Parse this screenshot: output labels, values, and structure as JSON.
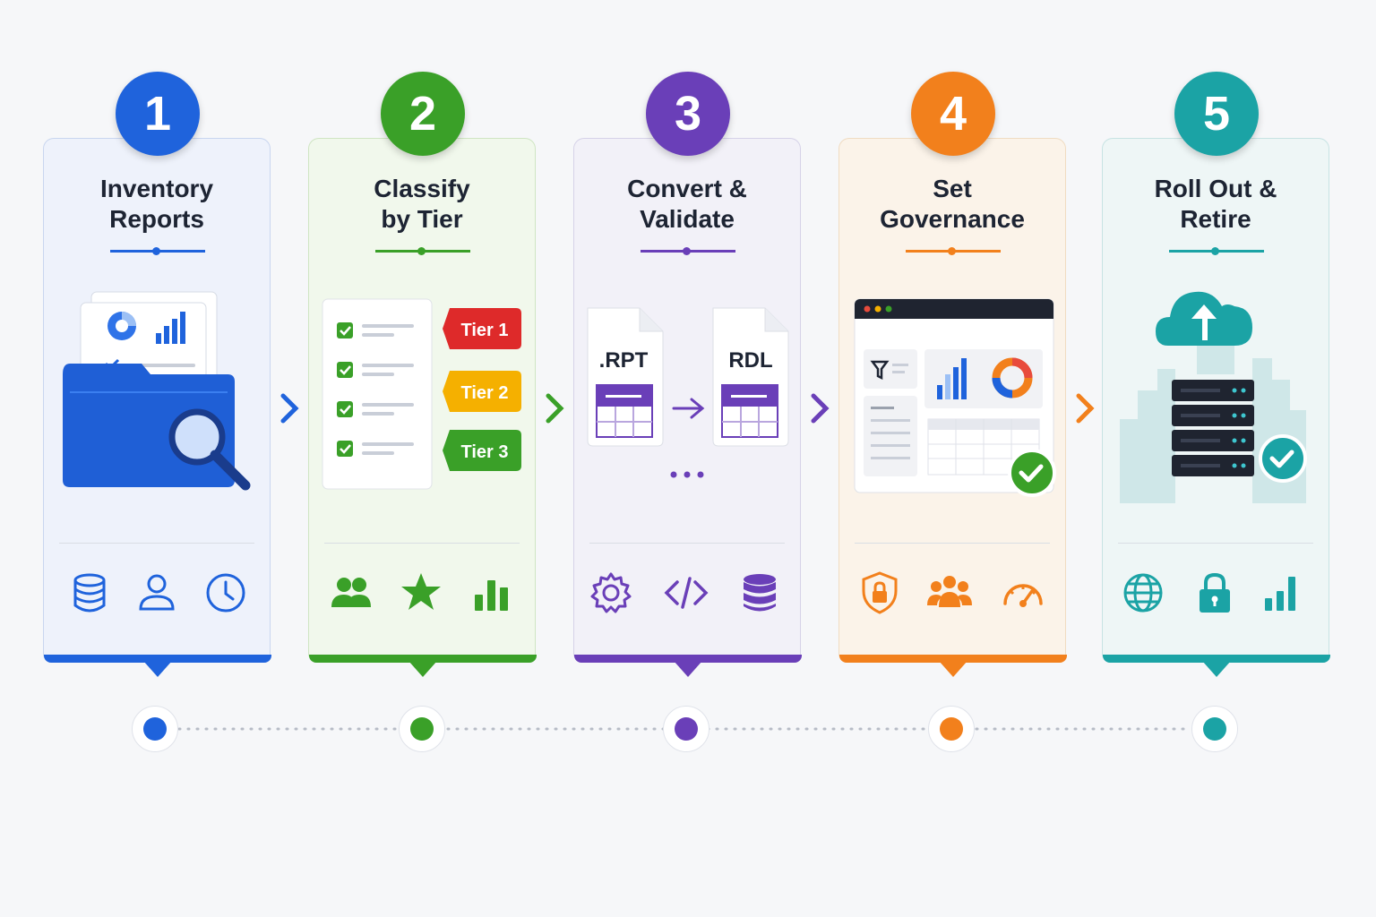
{
  "steps": [
    {
      "number": "1",
      "title": "Inventory\nReports",
      "color": "#1f63dc",
      "bg": "#eef2fb",
      "border": "#c9d6ef"
    },
    {
      "number": "2",
      "title": "Classify\nby Tier",
      "color": "#3aa028",
      "bg": "#f1f8ec",
      "border": "#cfe5c3"
    },
    {
      "number": "3",
      "title": "Convert &\nValidate",
      "color": "#6a3fb8",
      "bg": "#f2f1f8",
      "border": "#d6d2e8"
    },
    {
      "number": "4",
      "title": "Set\nGovernance",
      "color": "#f2801c",
      "bg": "#fbf3e9",
      "border": "#f0dcc2"
    },
    {
      "number": "5",
      "title": "Roll Out &\nRetire",
      "color": "#1ba3a5",
      "bg": "#eef6f6",
      "border": "#c7e3e3"
    }
  ],
  "tiers": {
    "tier1": "Tier 1",
    "tier2": "Tier 2",
    "tier3": "Tier 3"
  },
  "convert": {
    "source": ".RPT",
    "target": "RDL"
  },
  "icons": {
    "step1": [
      "database-icon",
      "user-icon",
      "clock-icon"
    ],
    "step2": [
      "users-icon",
      "star-icon",
      "bar-chart-icon"
    ],
    "step3": [
      "gear-icon",
      "code-icon",
      "database-icon"
    ],
    "step4": [
      "shield-lock-icon",
      "team-icon",
      "gauge-icon"
    ],
    "step5": [
      "globe-icon",
      "lock-icon",
      "bar-chart-icon"
    ]
  }
}
